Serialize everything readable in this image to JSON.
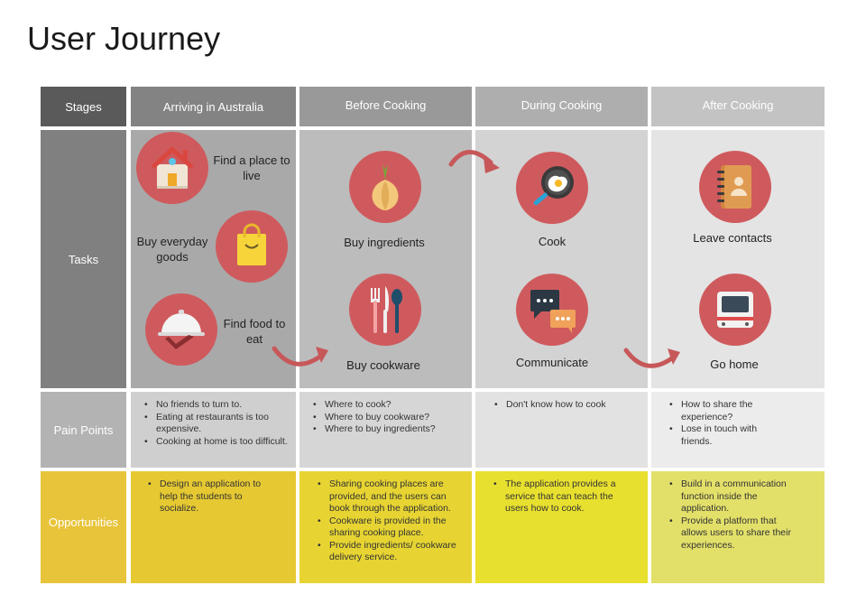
{
  "title": "User Journey",
  "stages_label": "Stages",
  "stages": [
    "Arriving in Australia",
    "Before Cooking",
    "During Cooking",
    "After Cooking"
  ],
  "row_labels": {
    "tasks": "Tasks",
    "pain_points": "Pain Points",
    "opportunities": "Opportunities"
  },
  "tasks": {
    "arriving": [
      {
        "label": "Find a place to live",
        "icon": "house-icon"
      },
      {
        "label": "Buy everyday goods",
        "icon": "shopping-bag-icon"
      },
      {
        "label": "Find food to eat",
        "icon": "food-cloche-icon"
      }
    ],
    "before": [
      {
        "label": "Buy ingredients",
        "icon": "onion-icon"
      },
      {
        "label": "Buy cookware",
        "icon": "cutlery-icon"
      }
    ],
    "during": [
      {
        "label": "Cook",
        "icon": "frying-pan-icon"
      },
      {
        "label": "Communicate",
        "icon": "chat-bubbles-icon"
      }
    ],
    "after": [
      {
        "label": "Leave contacts",
        "icon": "address-book-icon"
      },
      {
        "label": "Go home",
        "icon": "train-icon"
      }
    ]
  },
  "pain_points": {
    "arriving": [
      "No friends to turn to.",
      "Eating at restaurants is too expensive.",
      "Cooking at home is too difficult."
    ],
    "before": [
      "Where to cook?",
      "Where to buy cookware?",
      "Where to buy ingredients?"
    ],
    "during": [
      "Don't know how to cook"
    ],
    "after": [
      "How to share the experience?",
      "Lose in touch with friends."
    ]
  },
  "opportunities": {
    "arriving": [
      "Design an application to help the students to socialize."
    ],
    "before": [
      "Sharing cooking places are provided, and the users can book through the application.",
      "Cookware is provided in the sharing cooking place.",
      "Provide ingredients/ cookware delivery service."
    ],
    "during": [
      "The application provides a service that can teach the users how to cook."
    ],
    "after": [
      "Build in a communication function inside the application.",
      "Provide a platform that allows users to share their experiences."
    ]
  },
  "colors": {
    "stages_header": "#5a5a5a",
    "icon_circle": "#cf5a5d",
    "arrow": "#c7585a",
    "opportunity_yellows": [
      "#e8c43a",
      "#e6cc30",
      "#e8e02e",
      "#e3e06a"
    ]
  }
}
